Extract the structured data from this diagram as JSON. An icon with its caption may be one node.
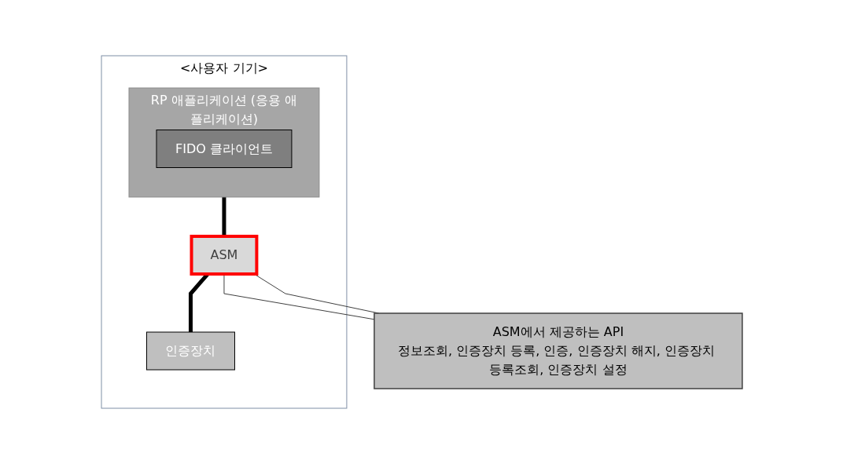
{
  "diagram": {
    "nodes": [
      {
        "text": [
          "<사용자 기기>"
        ]
      },
      {
        "text": [
          "RP 애플리케이션 (응용 애플리케이션)"
        ],
        "in": 0
      },
      {
        "text": [
          "FIDO 클라이언트"
        ],
        "in": 1
      },
      {
        "text": [
          "ASM"
        ],
        "in": 0
      },
      {
        "text": [
          "인증장치"
        ],
        "in": 0
      },
      {
        "text": [
          "ASM에서 제공하는 API",
          "정보조회, 인증장치 등록, 인증, 인증장치 해지, 인증장치 등록조회, 인증장치 설정"
        ]
      }
    ],
    "edges": [
      {
        "from": 1,
        "to": 3,
        "arrow": "none",
        "style": "thick"
      },
      {
        "from": 3,
        "to": 4,
        "arrow": "none",
        "style": "thick"
      },
      {
        "from": 3,
        "to": 5,
        "arrow": "none"
      },
      {
        "from": 3,
        "to": 5,
        "arrow": "none"
      }
    ]
  }
}
